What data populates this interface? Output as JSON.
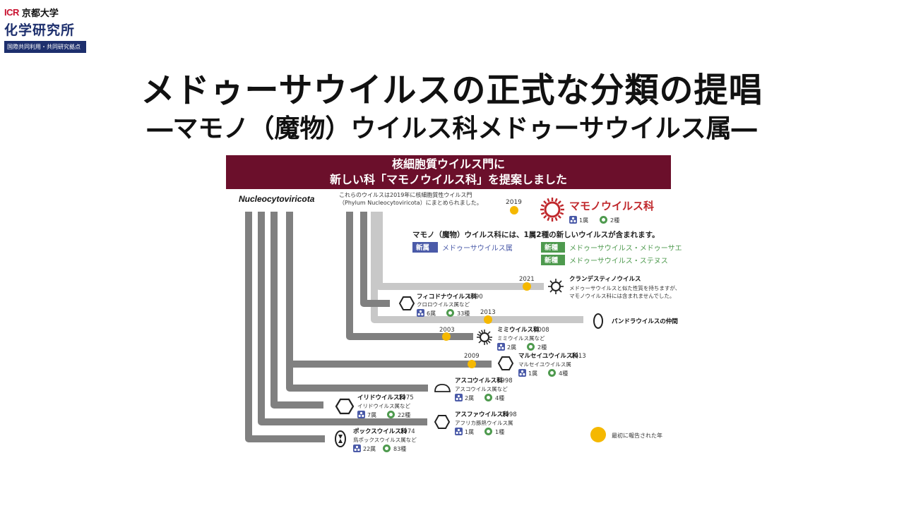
{
  "logo": {
    "mark": "ICR",
    "university": "京都大学",
    "institute": "化学研究所",
    "strip": "国際共同利用・共同研究拠点"
  },
  "title": "メドゥーサウイルスの正式な分類の提唱",
  "subtitle": "―マモノ（魔物）ウイルス科メドゥーサウイルス属―",
  "banner": {
    "line1": "核細胞質ウイルス門に",
    "line2": "新しい科「マモノウイルス科」を提案しました"
  },
  "diagram": {
    "root_label": "Nucleocytoviricota",
    "root_note1": "これらのウイルスは2019年に核細胞質性ウイルス門",
    "root_note2": "（Phylum Nucleocytoviricota）にまとめられました。",
    "mamono": {
      "year": "2019",
      "name": "マモノウイルス科",
      "genera": "1属",
      "species": "2種",
      "note": "マモノ（魔物）ウイルス科には、1属2種の新しいウイルスが含まれます。",
      "new_genus_tag": "新属",
      "new_genus": "メドゥーサウイルス属",
      "new_species_tag": "新種",
      "species1": "メドゥーサウイルス・メドゥーサエ",
      "species2": "メドゥーサウイルス・ステヌス"
    },
    "clandestino": {
      "year": "2021",
      "name": "クランデスティノウイルス",
      "desc1": "メドゥーサウイルスと似た性質を持ちますが、",
      "desc2": "マモノウイルス科には含まれませんでした。"
    },
    "phyco": {
      "name": "フィコドナウイルス科",
      "year": "1990",
      "sub": "クロロウイルス属など",
      "genera": "6属",
      "species": "33種"
    },
    "pandora": {
      "year": "2013",
      "name": "パンドラウイルスの仲間"
    },
    "mimi": {
      "mark_year": "2003",
      "name": "ミミウイルス科",
      "year": "2008",
      "sub": "ミミウイルス属など",
      "genera": "2属",
      "species": "2種"
    },
    "marseille": {
      "mark_year": "2009",
      "name": "マルセイユウイルス科",
      "year": "2013",
      "sub": "マルセイユウイルス属",
      "genera": "1属",
      "species": "4種"
    },
    "asco": {
      "name": "アスコウイルス科",
      "year": "1998",
      "sub": "アスコウイルス属など",
      "genera": "2属",
      "species": "4種"
    },
    "irido": {
      "name": "イリドウイルス科",
      "year": "1975",
      "sub": "イリドウイルス属など",
      "genera": "7属",
      "species": "22種"
    },
    "asfar": {
      "name": "アスファウイルス科",
      "year": "1998",
      "sub": "アフリカ豚熱ウイルス属",
      "genera": "1属",
      "species": "1種"
    },
    "pox": {
      "name": "ポックスウイルス科",
      "year": "1974",
      "sub": "鳥ポックスウイルス属など",
      "genera": "22属",
      "species": "83種"
    },
    "legend": "最初に報告された年"
  },
  "colors": {
    "banner": "#6b0f2b",
    "branch": "#808080",
    "light_branch": "#c8c8c8",
    "highlight": "#c0282c",
    "year_dot": "#f5b800",
    "genus_tag": "#4a5aa8",
    "species_tag": "#4e9a4e"
  }
}
